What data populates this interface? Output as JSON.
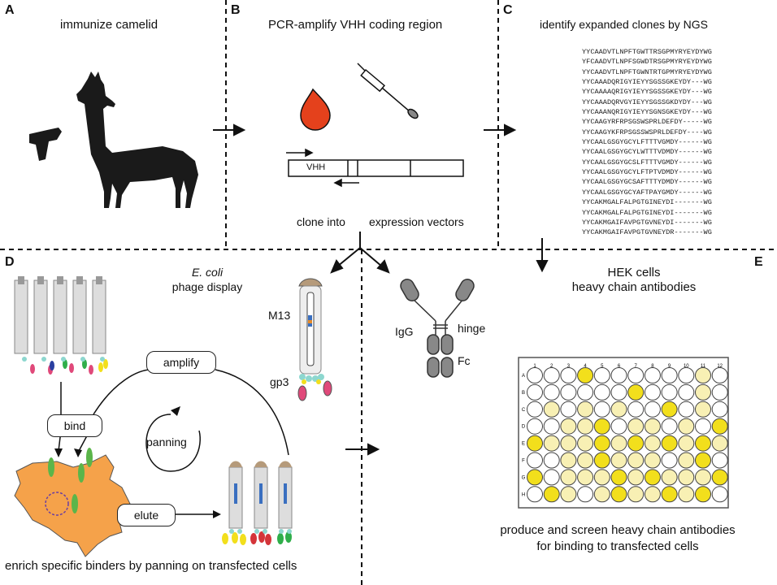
{
  "panels": {
    "a": {
      "letter": "A",
      "title": "immunize camelid"
    },
    "b": {
      "letter": "B",
      "title": "PCR-amplify VHH coding region",
      "gene_label": "VHH"
    },
    "c": {
      "letter": "C",
      "title": "identify expanded clones by NGS",
      "sequences": [
        "YYCAADVTLNPFTGWTTRSGPMYRYEYDYWG",
        "YFCAADVTLNPFSGWDTRSGPMYRYEYDYWG",
        "YYCAADVTLNPFTGWNTRTGPMYRYEYDYWG",
        "YYCAAADQRIGYIEYYSGSSGKEYDY---WG",
        "YYCAAAAQRIGYIEYYSGSSGKEYDY---WG",
        "YYCAAADQRVGYIEYYSGSSGKDYDY---WG",
        "YYCAAANQRIGYIEYYSGNSGKEYDY---WG",
        "YYCAAGYRFRPSGSWSPRLDEFDY-----WG",
        "YYCAAGYKFRPSGSSWSPRLDEFDY----WG",
        "YYCAALGSGYGCYLFTTTVGMDY------WG",
        "YYCAALGSGYGCYLWTTTVDMDY------WG",
        "YYCAALGSGYGCSLFTTTVGMDY------WG",
        "YYCAALGSGYGCYLFTPTVDMDY------WG",
        "YYCAALGSGYGCSAFTTTYDMDY------WG",
        "YYCAALGSGYGCYAFTPAYGMDY------WG",
        "YYCAKMGALFALPGTGINEYDI-------WG",
        "YYCAKMGALFALPGTGINEYDI-------WG",
        "YYCAKMGAIFAVPGTGVNEYDI-------WG",
        "YYCAKMGAIFAVPGTGVNEYDR-------WG"
      ]
    },
    "d": {
      "letter": "D",
      "title_italic": "E. coli",
      "title": "phage display",
      "m13": "M13",
      "gp3": "gp3",
      "amplify": "amplify",
      "bind": "bind",
      "panning": "panning",
      "elute": "elute",
      "caption": "enrich specific binders by panning on transfected cells"
    },
    "e": {
      "letter": "E",
      "title1": "HEK cells",
      "title2": "heavy chain antibodies",
      "igg": "IgG",
      "hinge": "hinge",
      "fc": "Fc",
      "caption1": "produce and screen heavy chain antibodies",
      "caption2": "for binding to transfected cells",
      "plate_rows": [
        "A",
        "B",
        "C",
        "D",
        "E",
        "F",
        "G",
        "H"
      ],
      "plate_cols": [
        "1",
        "2",
        "3",
        "4",
        "5",
        "6",
        "7",
        "8",
        "9",
        "10",
        "11",
        "12"
      ]
    }
  },
  "clone_left": "clone into",
  "clone_right": "expression vectors",
  "colors": {
    "llama": "#1a1a1a",
    "blood": "#e4411c",
    "cell": "#f5a24a",
    "well_strong": "#f2df1c",
    "well_light": "#f8f0b4"
  }
}
